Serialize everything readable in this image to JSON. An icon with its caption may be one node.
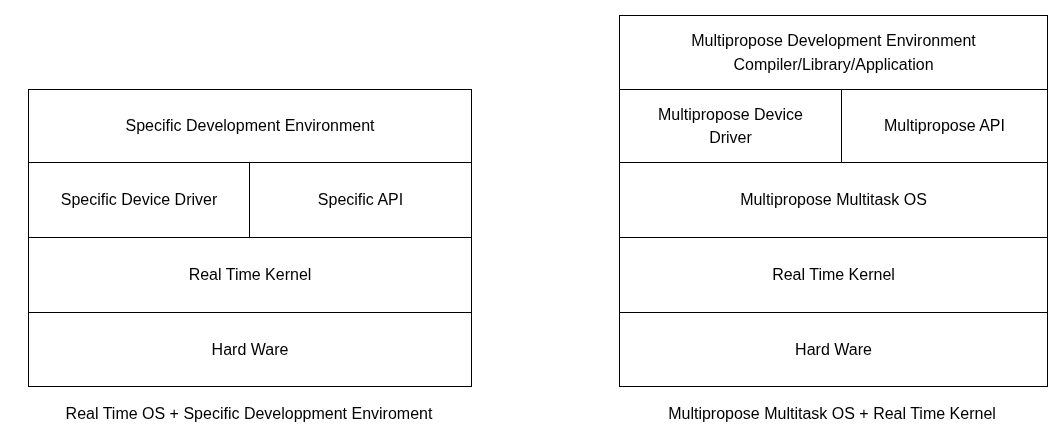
{
  "diagram": {
    "nodes": [
      {
        "text": [
          "Specific Development Environment"
        ]
      },
      {
        "text": [
          "Specific Device Driver"
        ]
      },
      {
        "text": [
          "Specific API"
        ]
      },
      {
        "text": [
          "Real Time Kernel"
        ]
      },
      {
        "text": [
          "Hard Ware"
        ]
      },
      {
        "text": [
          "Multipropose Development Environment Compiler/Library/Application"
        ]
      },
      {
        "text": [
          "Multipropose Device Driver"
        ]
      },
      {
        "text": [
          "Multipropose API"
        ]
      },
      {
        "text": [
          "Multipropose Multitask OS"
        ]
      },
      {
        "text": [
          "Real Time Kernel"
        ]
      },
      {
        "text": [
          "Hard Ware"
        ]
      }
    ],
    "edges": [],
    "labels": [
      "Real Time OS + Specific Developpment Enviroment",
      "Multipropose Multitask OS + Real Time Kernel"
    ]
  }
}
